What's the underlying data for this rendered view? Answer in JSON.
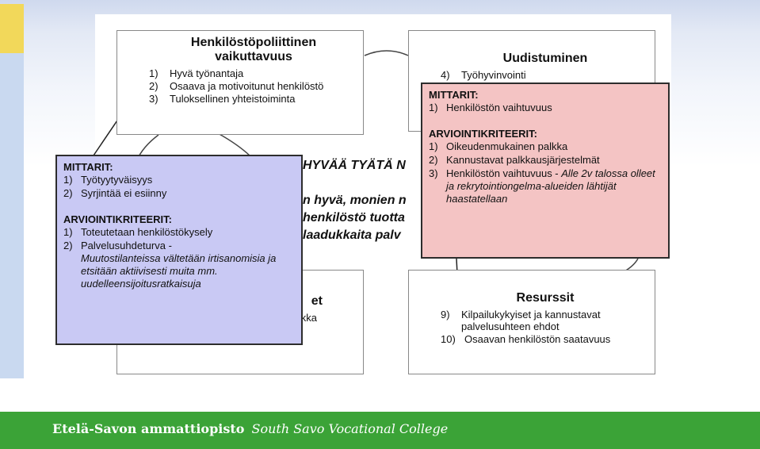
{
  "diagram": {
    "box_hr": {
      "title_line1": "Henkilöstöpoliittinen",
      "title_line2": "vaikuttavuus",
      "items": [
        {
          "num": "1)",
          "text": "Hyvä työnantaja"
        },
        {
          "num": "2)",
          "text": "Osaava ja motivoitunut henkilöstö"
        },
        {
          "num": "3)",
          "text": "Tuloksellinen yhteistoiminta"
        }
      ]
    },
    "box_renewal": {
      "title": "Uudistuminen",
      "items": [
        {
          "num": "4)",
          "text": "Työhyvinvointi"
        }
      ]
    },
    "box_bottom_left": {
      "title_fragment": "et",
      "item_fragment": "kka"
    },
    "box_resources": {
      "title": "Resurssit",
      "items": [
        {
          "num": "9)",
          "text": "Kilpailukykyiset ja kannustavat palvelusuhteen ehdot"
        },
        {
          "num": "10)",
          "text": "Osaavan henkilöstön saatavuus"
        }
      ]
    },
    "center_text": {
      "line1": "HYVÄÄ TYÄTÄ N",
      "line2": "n hyvä, monien n",
      "line3": "henkilöstö tuotta",
      "line4": "laadukkaita palv"
    }
  },
  "callout_blue": {
    "meters_heading": "MITTARIT:",
    "meters": [
      {
        "num": "1)",
        "text": "Työtyytyväisyys"
      },
      {
        "num": "2)",
        "text": "Syrjintää ei esiinny"
      }
    ],
    "criteria_heading": "ARVIOINTIKRITEERIT:",
    "criteria": [
      {
        "num": "1)",
        "text": "Toteutetaan henkilöstökysely"
      },
      {
        "num": "2)",
        "text": "Palvelusuhdeturva -",
        "detail": "Muutostilanteissa vältetään irtisanomisia ja etsitään aktiivisesti muita mm. uudelleensijoitusratkaisuja"
      }
    ]
  },
  "callout_pink": {
    "meters_heading": "MITTARIT:",
    "meters": [
      {
        "num": "1)",
        "text": "Henkilöstön vaihtuvuus"
      }
    ],
    "criteria_heading": "ARVIOINTIKRITEERIT:",
    "criteria": [
      {
        "num": "1)",
        "text": "Oikeudenmukainen palkka"
      },
      {
        "num": "2)",
        "text": "Kannustavat palkkausjärjestelmät"
      },
      {
        "num": "3)",
        "text": "Henkilöstön vaihtuvuus -",
        "detail": "Alle 2v talossa olleet ja rekrytointiongelma-alueiden lähtijät haastatellaan"
      }
    ]
  },
  "footer": {
    "name_fi": "Etelä-Savon ammattiopisto",
    "name_en": "South Savo Vocational College"
  },
  "colors": {
    "footer_green": "#3ba337",
    "callout_blue": "#c9c9f4",
    "callout_pink": "#f4c4c4",
    "accent_yellow": "#f2d85a"
  }
}
